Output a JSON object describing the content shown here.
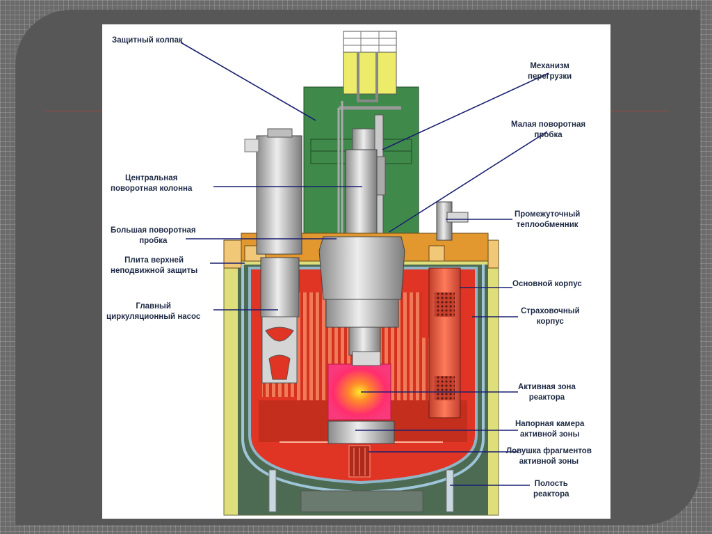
{
  "labels": {
    "protective_cap": "Защитный колпак",
    "refueling_mech": [
      "Механизм",
      "перегрузки"
    ],
    "small_plug": [
      "Малая поворотная",
      "пробка"
    ],
    "central_column": [
      "Центральная",
      "поворотная колонна"
    ],
    "large_plug": [
      "Большая поворотная",
      "пробка"
    ],
    "top_shield": [
      "Плита верхней",
      "неподвижной защиты"
    ],
    "main_pump": [
      "Главный",
      "циркуляционный насос"
    ],
    "heat_exchanger": [
      "Промежуточный",
      "теплообменник"
    ],
    "main_vessel": "Основной корпус",
    "guard_vessel": [
      "Страховочный",
      "корпус"
    ],
    "core": [
      "Активная зона",
      "реактора"
    ],
    "pressure_chamber": [
      "Напорная камера",
      "активной зоны"
    ],
    "core_catcher": [
      "Ловушка фрагментов",
      "активной зоны"
    ],
    "cavity": [
      "Полость",
      "реактора"
    ]
  }
}
